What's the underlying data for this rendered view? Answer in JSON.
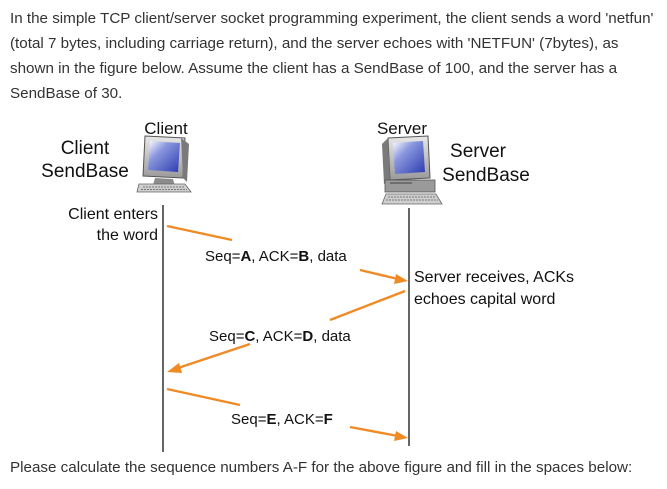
{
  "intro_text": "In the simple TCP client/server socket programming experiment, the client sends a word 'netfun' (total 7 bytes, including carriage return), and the server echoes with 'NETFUN' (7bytes), as shown in the figure below. Assume the client has a SendBase of 100, and the server has a SendBase of 30.",
  "diagram": {
    "client_label": "Client",
    "server_label": "Server",
    "client_sendbase": [
      "Client",
      "SendBase"
    ],
    "server_sendbase": [
      "Server",
      "SendBase"
    ],
    "client_event": [
      "Client enters",
      "the word"
    ],
    "server_event": [
      "Server receives, ACKs",
      "echoes capital word"
    ],
    "messages": [
      {
        "seq": "A",
        "ack": "B",
        "suffix": ", data",
        "direction": "client-to-server"
      },
      {
        "seq": "C",
        "ack": "D",
        "suffix": ", data",
        "direction": "server-to-client"
      },
      {
        "seq": "E",
        "ack": "F",
        "suffix": "",
        "direction": "client-to-server"
      }
    ],
    "colors": {
      "arrow": "#f08a24",
      "line": "#000000",
      "monitor_screen": "#3a4fc2"
    }
  },
  "footer_text": "Please calculate the sequence numbers A-F for the above figure and fill in the spaces below:"
}
